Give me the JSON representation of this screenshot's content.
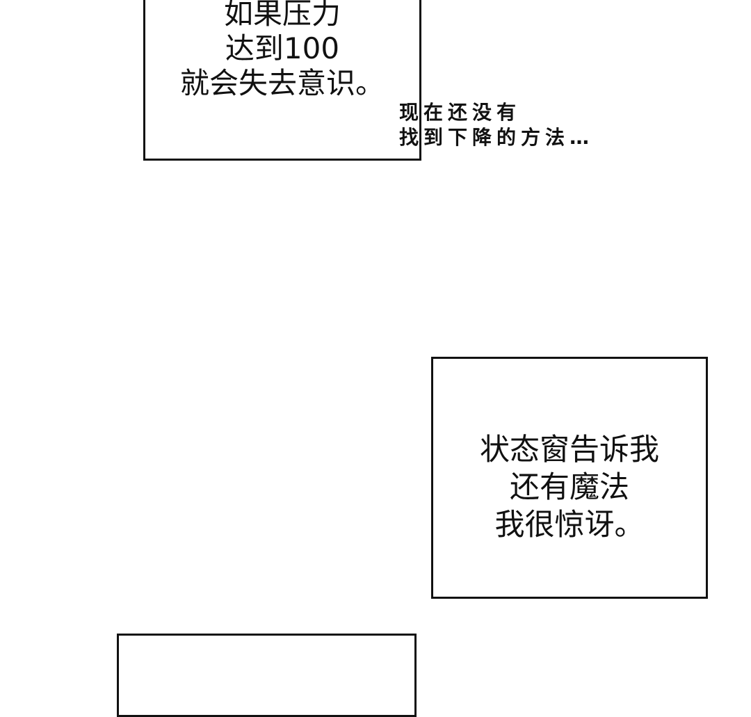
{
  "panels": [
    {
      "caption_lines": [
        "如果压力",
        "达到100",
        "就会失去意识。"
      ]
    },
    {
      "caption_lines": [
        "状态窗告诉我",
        "还有魔法",
        "我很惊讶。"
      ]
    },
    {
      "caption_lines": []
    }
  ],
  "handwritten_note": {
    "lines": [
      "现在还没有",
      "找到下降的方法…"
    ]
  }
}
